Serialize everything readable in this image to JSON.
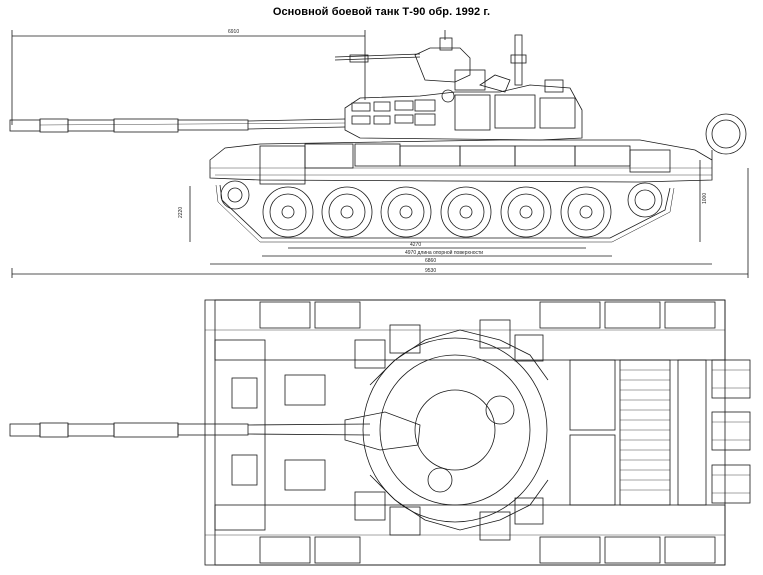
{
  "title": "Основной боевой танк Т-90 обр. 1992 г.",
  "side_view": {
    "dim_top": "6910",
    "dim_height_left": "2220",
    "dim_height_right": "1000",
    "dim_bottom_1": "4270",
    "dim_bottom_2": "4970 длина опорной поверхности",
    "dim_bottom_3": "6860",
    "dim_bottom_4": "9530"
  },
  "colors": {
    "line": "#1a1a1a",
    "background": "#ffffff"
  }
}
